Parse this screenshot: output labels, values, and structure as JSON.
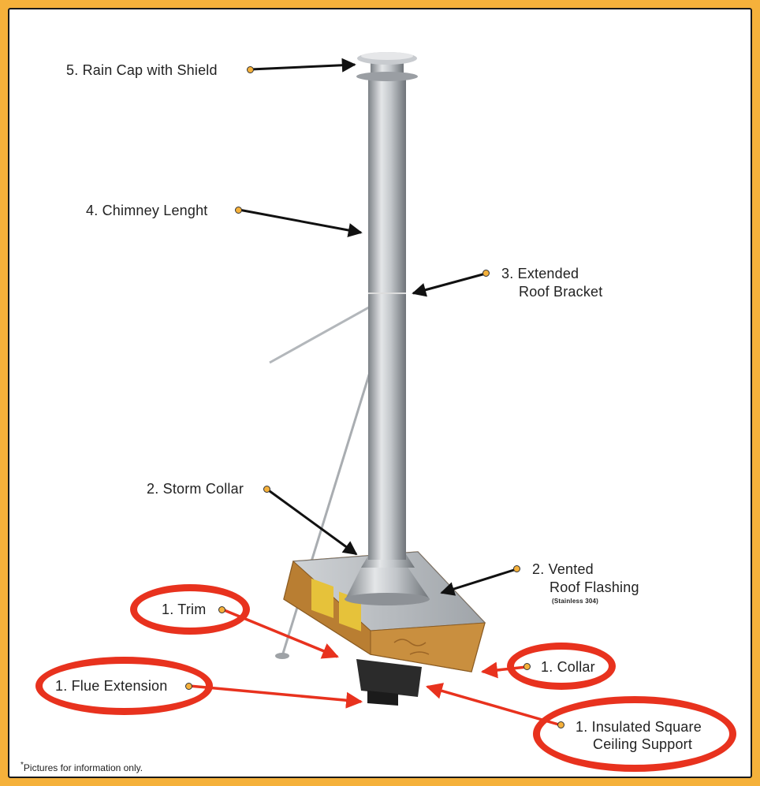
{
  "labels": {
    "rain_cap": "5. Rain Cap with Shield",
    "chimney_length": "4. Chimney Lenght",
    "roof_bracket_line1": "3. Extended",
    "roof_bracket_line2": "Roof Bracket",
    "storm_collar": "2. Storm Collar",
    "flashing_line1": "2. Vented",
    "flashing_line2": "Roof Flashing",
    "flashing_note": "(Stainless 304)",
    "trim": "1. Trim",
    "collar": "1. Collar",
    "flue_extension": "1. Flue Extension",
    "ceiling_support_line1": "1. Insulated Square",
    "ceiling_support_line2": "Ceiling Support"
  },
  "footer": {
    "asterisk": "*",
    "note": "Pictures for information only."
  },
  "colors": {
    "frame": "#f5b13b",
    "highlight_red": "#e8321e",
    "arrow_black": "#111111",
    "steel": "#b9bdc2",
    "wood": "#c98f3f",
    "insulation": "#e6c23a"
  }
}
